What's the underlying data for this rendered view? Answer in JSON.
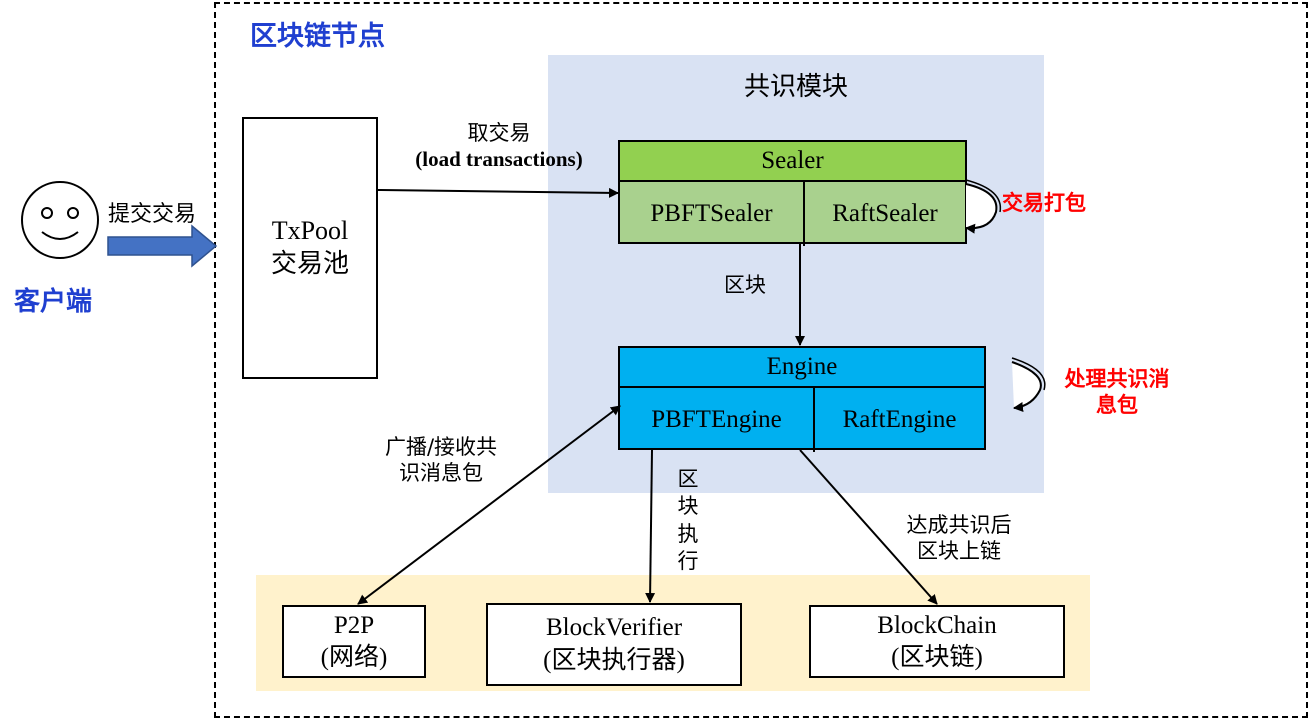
{
  "node_title": "区块链节点",
  "client": {
    "label": "客户端",
    "action": "提交交易"
  },
  "txpool": {
    "line1": "TxPool",
    "line2": "交易池"
  },
  "consensus": {
    "title": "共识模块",
    "sealer": {
      "title": "Sealer",
      "left": "PBFTSealer",
      "right": "RaftSealer"
    },
    "engine": {
      "title": "Engine",
      "left": "PBFTEngine",
      "right": "RaftEngine"
    }
  },
  "annotations": {
    "load_tx_cn": "取交易",
    "load_tx_en": "(load transactions)",
    "pack_tx": "交易打包",
    "block": "区块",
    "process_msg_1": "处理共识消",
    "process_msg_2": "息包",
    "broadcast_1": "广播/接收共",
    "broadcast_2": "识消息包",
    "execute": [
      "区",
      "块",
      "执",
      "行"
    ],
    "commit_1": "达成共识后",
    "commit_2": "区块上链"
  },
  "bottom": {
    "p2p": {
      "line1": "P2P",
      "line2": "(网络)"
    },
    "verifier": {
      "line1": "BlockVerifier",
      "line2": "(区块执行器)"
    },
    "chain": {
      "line1": "BlockChain",
      "line2": "(区块链)"
    }
  },
  "colors": {
    "node_title": "#1f3fd0",
    "client_label": "#1f3fd0",
    "red_text": "#ff0000",
    "consensus_bg": "#d9e2f3",
    "sealer_header": "#92d050",
    "sealer_body": "#a9d18e",
    "engine": "#00b0f0",
    "bottom_bg": "#fff2cc",
    "arrow_blue": "#4472c4"
  }
}
